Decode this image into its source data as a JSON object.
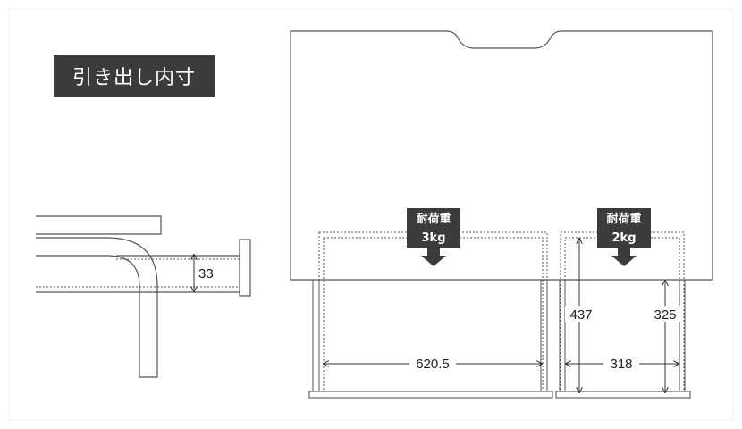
{
  "title": "引き出し内寸",
  "load_labels": {
    "left": {
      "label": "耐荷重",
      "value": "3kg"
    },
    "right": {
      "label": "耐荷重",
      "value": "2kg"
    }
  },
  "dimensions": {
    "side_height": "33",
    "left_width": "620.5",
    "right_width": "318",
    "right_outer_height": "437",
    "right_inner_height": "325"
  },
  "colors": {
    "badge": "#3b3b3b",
    "line": "#555555"
  }
}
